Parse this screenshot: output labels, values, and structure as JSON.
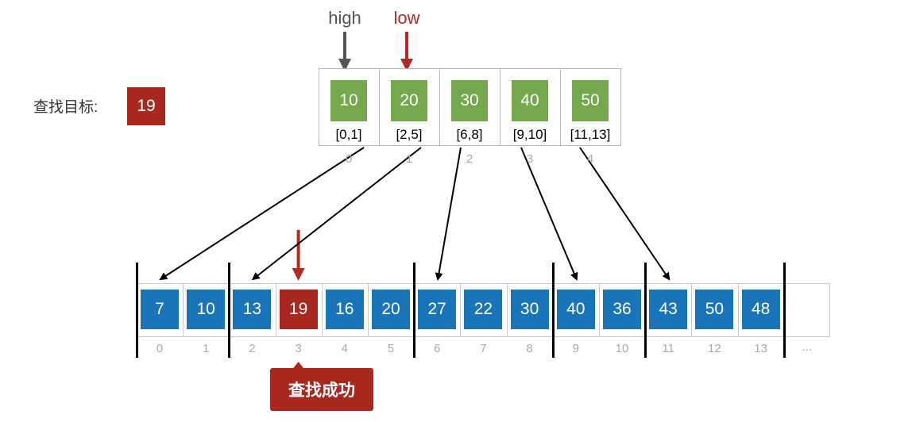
{
  "pointers": {
    "high": "high",
    "low": "low"
  },
  "target": {
    "label": "查找目标:",
    "value": "19"
  },
  "index_table": [
    {
      "max": "10",
      "range": "[0,1]",
      "pos": "0"
    },
    {
      "max": "20",
      "range": "[2,5]",
      "pos": "1"
    },
    {
      "max": "30",
      "range": "[6,8]",
      "pos": "2"
    },
    {
      "max": "40",
      "range": "[9,10]",
      "pos": "3"
    },
    {
      "max": "50",
      "range": "[11,13]",
      "pos": "4"
    }
  ],
  "array": {
    "values": [
      "7",
      "10",
      "13",
      "19",
      "16",
      "20",
      "27",
      "22",
      "30",
      "40",
      "36",
      "43",
      "50",
      "48"
    ],
    "indices": [
      "0",
      "1",
      "2",
      "3",
      "4",
      "5",
      "6",
      "7",
      "8",
      "9",
      "10",
      "11",
      "12",
      "13"
    ],
    "ellipsis": "...",
    "found_index": 3
  },
  "success": {
    "label": "查找成功"
  },
  "colors": {
    "green": "#74a84c",
    "blue": "#1a74b8",
    "red": "#a8271e",
    "high_arrow": "#555555",
    "low_arrow": "#b12a23"
  }
}
